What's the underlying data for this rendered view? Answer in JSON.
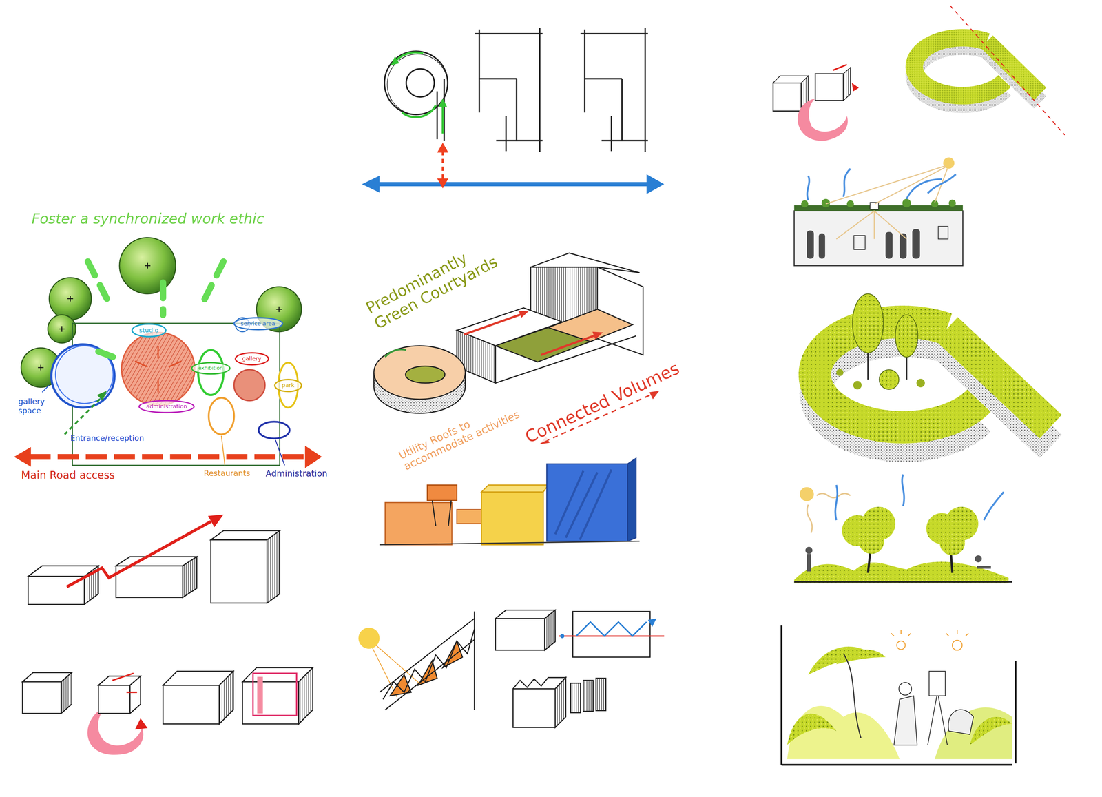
{
  "diagram": {
    "nodes": [
      {
        "text": [
          "studio"
        ]
      },
      {
        "text": [
          "service area"
        ]
      },
      {
        "text": [
          "gallery"
        ]
      },
      {
        "text": [
          "exhibition"
        ]
      },
      {
        "text": [
          "park"
        ]
      },
      {
        "text": [
          "administration"
        ]
      }
    ],
    "labels": [
      "Foster a synchronized work ethic",
      "gallery space",
      "Entrance/reception",
      "Main Road access",
      "Restaurants",
      "Administration",
      "Predominantly Green Courtyards",
      "Connected Volumes",
      "Utility Roofs to accommodate activities"
    ]
  }
}
